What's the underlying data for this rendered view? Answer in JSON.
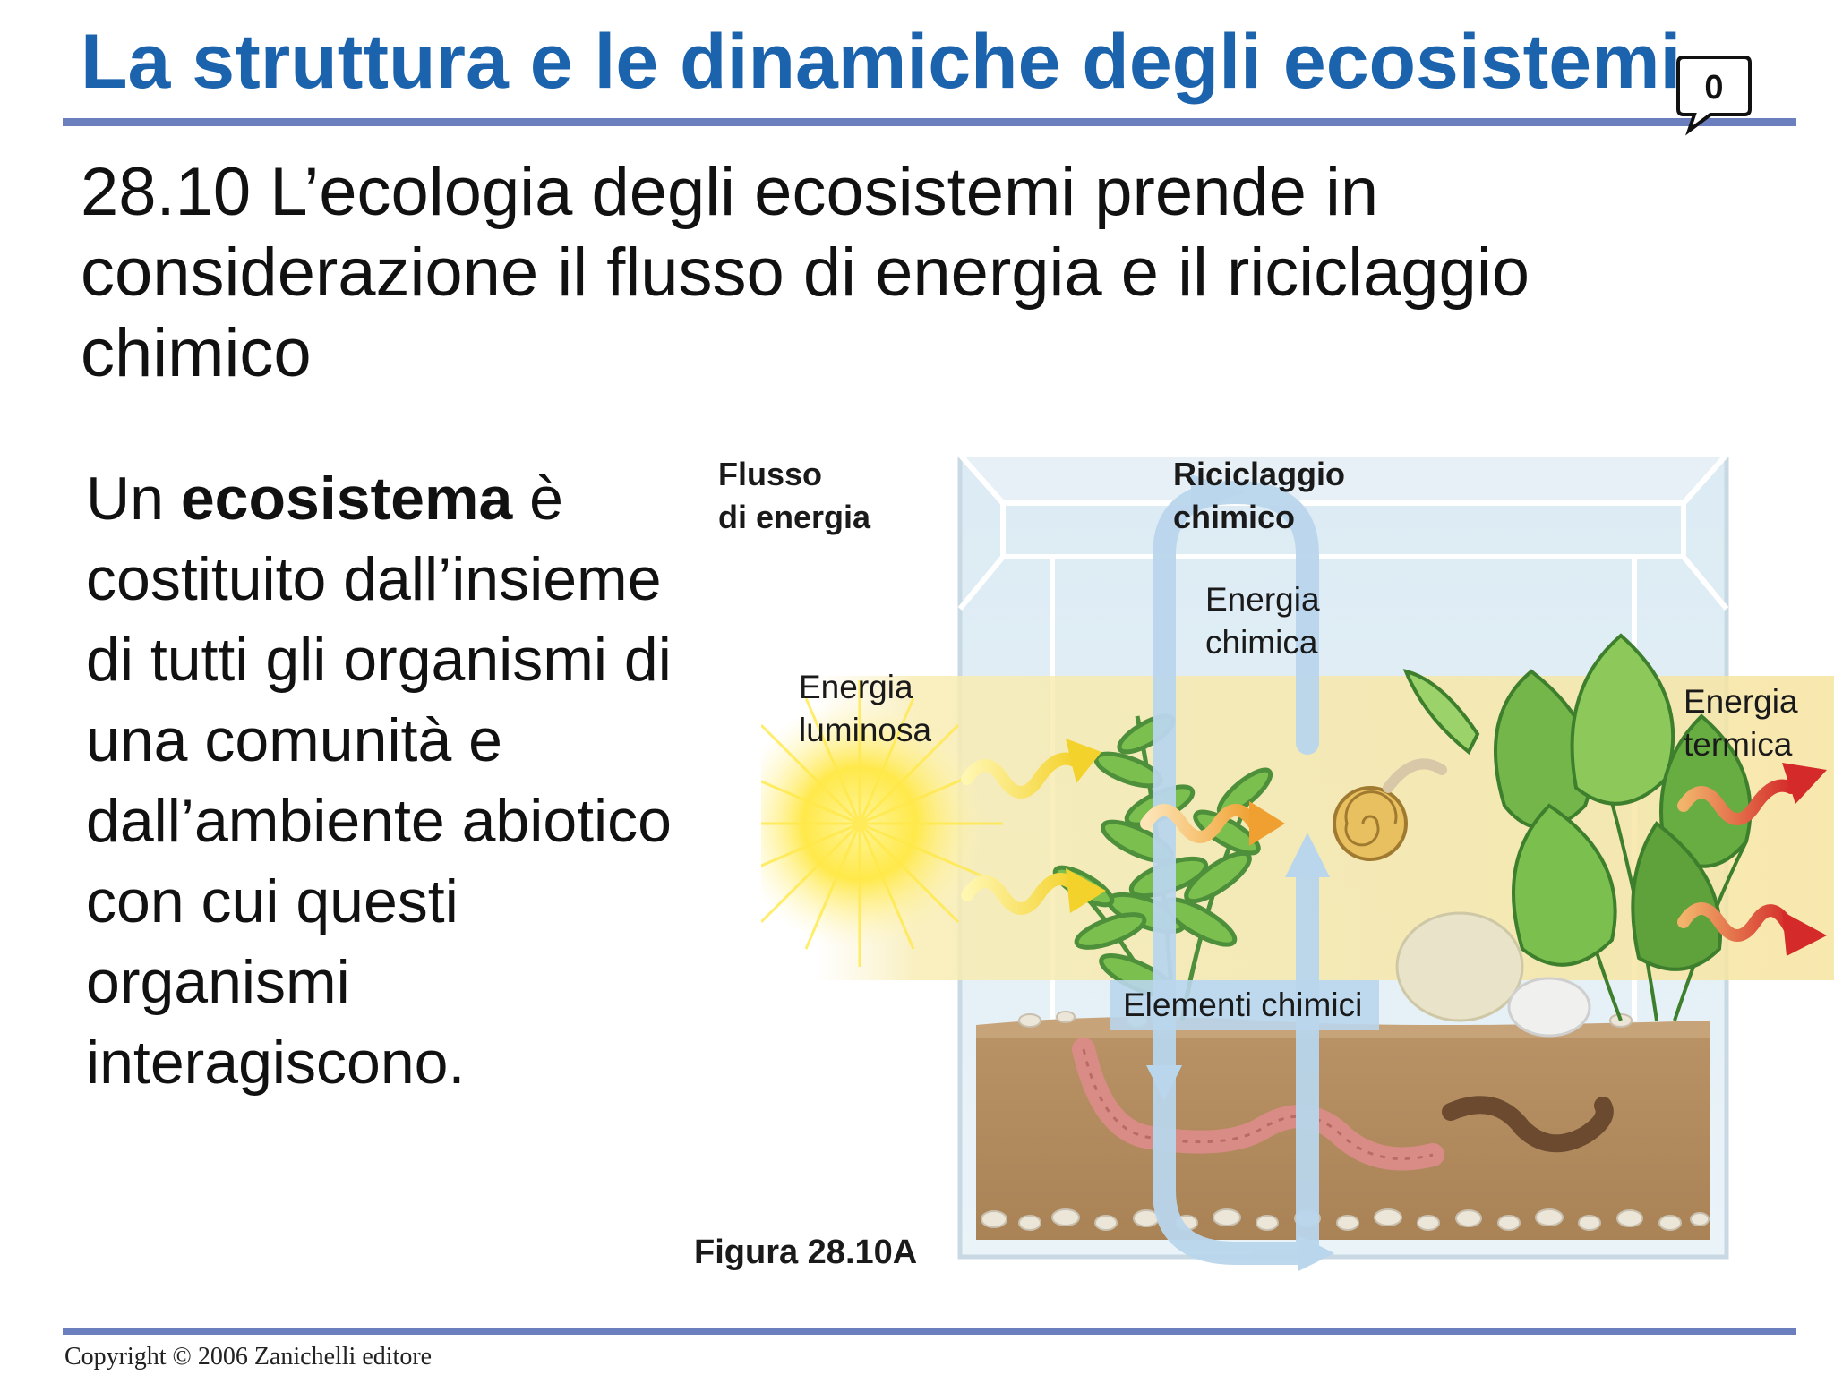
{
  "slide": {
    "title": "La struttura e le dinamiche degli ecosistemi",
    "comment_count": "0",
    "subtitle": "28.10 L’ecologia degli ecosistemi prende in considerazione il flusso di energia e il riciclaggio chimico",
    "body": {
      "before": "Un ",
      "bold": "ecosistema",
      "after": " è costituito dall’insieme di tutti gli organismi di una comunità e dall’ambiente abiotico con cui questi organismi interagiscono."
    }
  },
  "figure": {
    "labels": {
      "flusso_line1": "Flusso",
      "flusso_line2": "di energia",
      "riciclaggio_line1": "Riciclaggio",
      "riciclaggio_line2": "chimico",
      "energia_chimica_line1": "Energia",
      "energia_chimica_line2": "chimica",
      "energia_luminosa_line1": "Energia",
      "energia_luminosa_line2": "luminosa",
      "energia_termica_line1": "Energia",
      "energia_termica_line2": "termica",
      "elementi_chimici": "Elementi chimici"
    },
    "caption": "Figura 28.10A"
  },
  "footer": {
    "copyright": "Copyright © 2006 Zanichelli editore"
  },
  "colors": {
    "title": "#1c63ad",
    "rule": "#6b7fbe",
    "energy_band": "#f7e7a6",
    "recycle_arrow": "#b9d6ec",
    "heat_arrow": "#d42a2a"
  }
}
